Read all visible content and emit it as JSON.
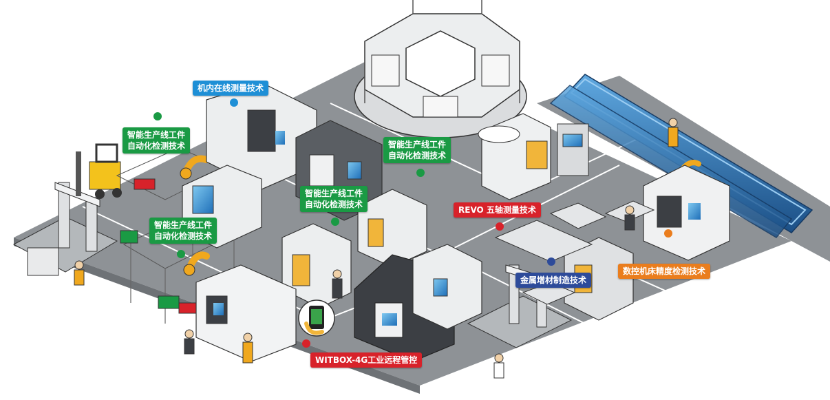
{
  "colors": {
    "blue": "#1e8fd6",
    "green": "#1a9a44",
    "red": "#d8222a",
    "navy": "#2d4b9a",
    "orange": "#ea7d1d",
    "floor": "#8e9296",
    "floor_line": "#ffffff",
    "machine_body": "#f0f1f2",
    "machine_dark": "#3c3f44",
    "robot": "#f0a81e",
    "conveyor": "#2f6fb0"
  },
  "labels": {
    "inline_measure": "机内在线测量技术",
    "production_a_l1": "智能生产线工件",
    "production_a_l2": "自动化检测技术",
    "production_b_l1": "智能生产线工件",
    "production_b_l2": "自动化检测技术",
    "production_c_l1": "智能生产线工件",
    "production_c_l2": "自动化检测技术",
    "production_d_l1": "智能生产线工件",
    "production_d_l2": "自动化检测技术",
    "revo": "REVO 五轴测量技术",
    "additive": "金属增材制造技术",
    "cnc_accuracy": "数控机床精度检测技术",
    "witbox": "WITBOX-4G工业远程管控"
  },
  "icons": {
    "phone": "smartphone-hand-icon",
    "forklift": "forklift-icon",
    "robot_arm": "robot-arm-icon",
    "cmm": "coordinate-measuring-machine-icon",
    "operator": "operator-person-icon"
  }
}
